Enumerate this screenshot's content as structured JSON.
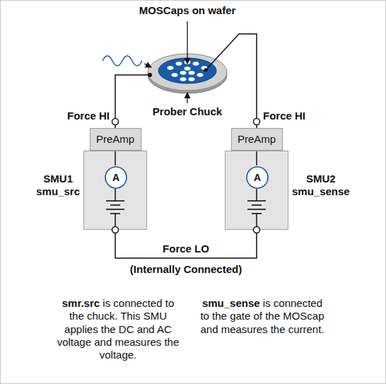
{
  "diagram": {
    "nodes": [
      {
        "text": [
          "PreAmp"
        ]
      },
      {
        "text": [
          "SMU1 smu_src"
        ]
      },
      {
        "text": [
          "A"
        ],
        "in": 1
      },
      {
        "text": [
          "PreAmp"
        ]
      },
      {
        "text": [
          "SMU2 smu_sense"
        ]
      },
      {
        "text": [
          "A"
        ],
        "in": 4
      }
    ],
    "edges": [
      {
        "from": 1,
        "to": 4,
        "arrow": "none",
        "label": "Force LO"
      }
    ],
    "labels": [
      "MOSCaps on wafer",
      "Prober Chuck",
      "Force HI",
      "Force HI",
      "(Internally Connected)",
      "smr.src",
      "is connected to the chuck. This SMU applies the DC and AC voltage and measures the voltage.",
      "smu_sense",
      "is connected to the gate of the MOScap and measures the current."
    ]
  }
}
